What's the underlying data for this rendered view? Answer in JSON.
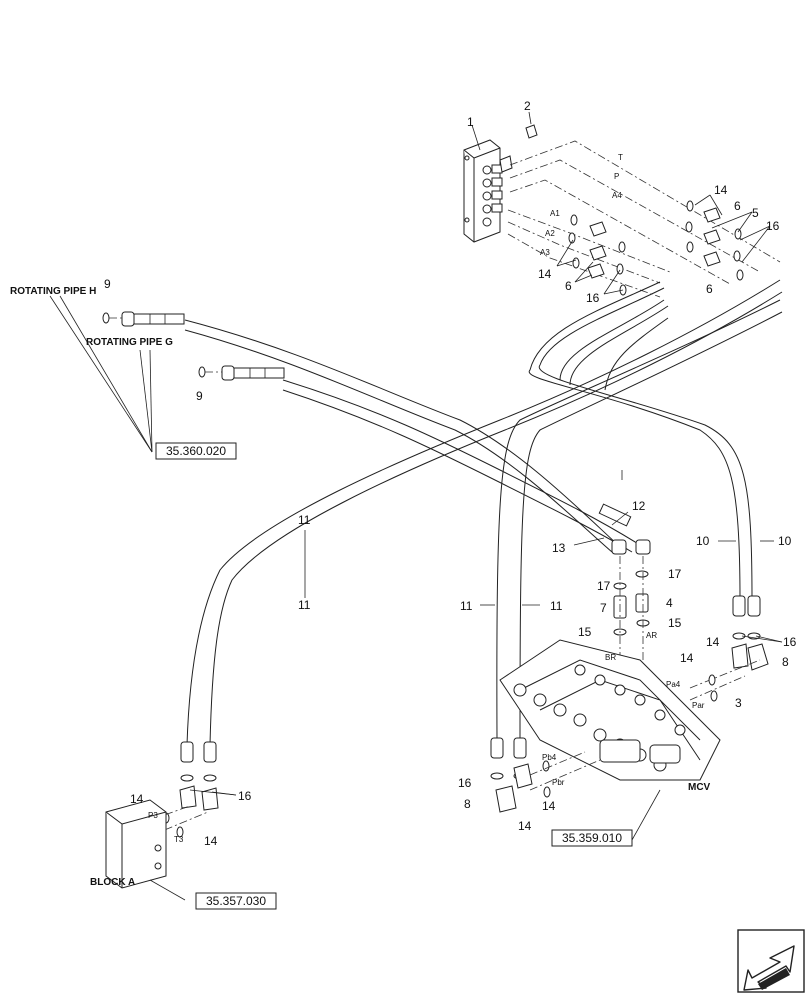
{
  "labels": {
    "rotating_pipe_h": "ROTATING PIPE H",
    "rotating_pipe_g": "ROTATING PIPE G",
    "block_a": "BLOCK A",
    "mcv": "MCV"
  },
  "refs": {
    "ref_35360": "35.360.020",
    "ref_35359": "35.359.010",
    "ref_35357": "35.357.030"
  },
  "ports": {
    "t": "T",
    "p": "P",
    "a4": "A4",
    "a1": "A1",
    "a2": "A2",
    "a3": "A3",
    "br": "BR",
    "ar": "AR",
    "pa4": "Pa4",
    "par": "Par",
    "pb4": "Pb4",
    "pbr": "Pbr",
    "p3": "P3",
    "t3": "T3"
  },
  "callouts": {
    "c1": "1",
    "c2": "2",
    "c3": "3",
    "c4": "4",
    "c5": "5",
    "c6": "6",
    "c7": "7",
    "c8": "8",
    "c9": "9",
    "c10": "10",
    "c11": "11",
    "c12": "12",
    "c13": "13",
    "c14": "14",
    "c15": "15",
    "c16": "16",
    "c17": "17"
  },
  "icons": {
    "nav": "previous-page-arrow-icon"
  },
  "colors": {
    "line": "#222222",
    "background": "#ffffff"
  }
}
